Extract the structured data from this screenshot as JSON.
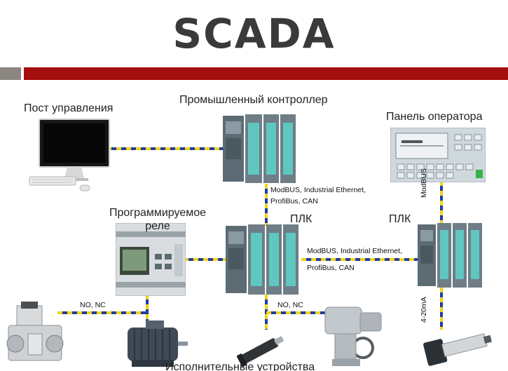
{
  "title": "SCADA",
  "labels": {
    "control_post": "Пост управления",
    "industrial_controller": "Промышленный контроллер",
    "operator_panel": "Панель оператора",
    "programmable_relay": "Программируемое реле",
    "plc_center": "ПЛК",
    "plc_right": "ПЛК",
    "actuators": "Исполнительные устройства"
  },
  "protocols": {
    "controller_to_plc_line1": "ModBUS, Industrial Ethernet,",
    "controller_to_plc_line2": "ProfiBus, CAN",
    "plc_to_plc_line1": "ModBUS, Industrial Ethernet,",
    "plc_to_plc_line2": "ProfiBus, CAN",
    "panel_link": "ModBUS",
    "analog_signal": "4-20mA",
    "relay_output": "NO, NC",
    "plc_output": "NO, NC"
  },
  "colors": {
    "title": "#3a3a3a",
    "accent_red": "#a50f0f",
    "accent_grey": "#8b8680",
    "link_blue": "#1f3f9c",
    "link_yellow": "#f2d21a"
  }
}
